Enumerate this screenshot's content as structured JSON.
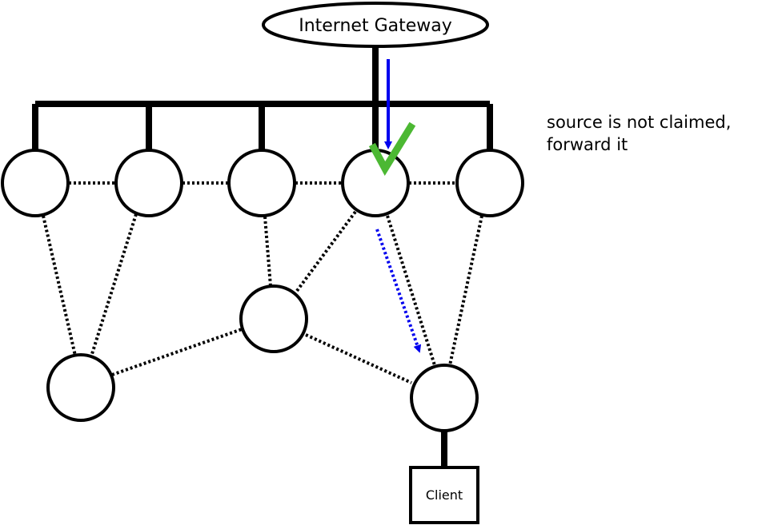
{
  "gateway": {
    "label": "Internet Gateway"
  },
  "client": {
    "label": "Client"
  },
  "annotation": {
    "line1": "source is not claimed,",
    "line2": "forward it"
  },
  "colors": {
    "stroke": "#000000",
    "arrow": "#0000ee",
    "check": "#4cb833",
    "background": "#ffffff"
  },
  "icons": {
    "accepted_mark": "check-mark-icon"
  }
}
